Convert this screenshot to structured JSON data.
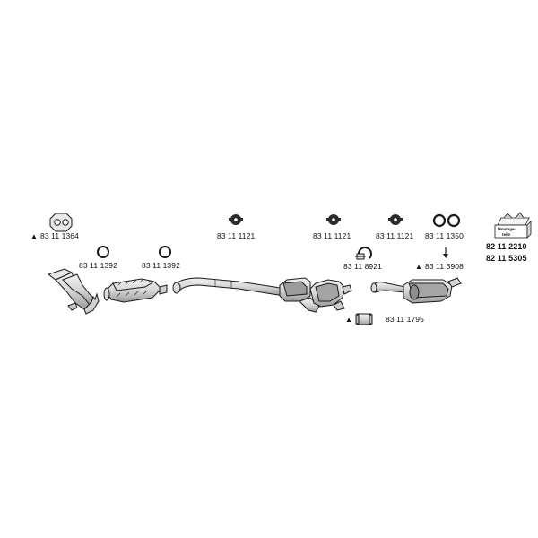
{
  "parts": {
    "flange_gasket": {
      "number": "83 11 1364",
      "marker": "▲"
    },
    "ring_left": {
      "number": "83 11 1392"
    },
    "ring_right": {
      "number": "83 11 1392"
    },
    "hanger_1": {
      "number": "83 11 1121"
    },
    "hanger_2": {
      "number": "83 11 1121"
    },
    "hanger_3": {
      "number": "83 11 1121"
    },
    "rings_pair": {
      "number": "83 11 1350"
    },
    "clamp": {
      "number": "83 11 8921"
    },
    "rear_part": {
      "number": "83 11 3908",
      "marker": "▲"
    },
    "sleeve": {
      "number": "83 11 1795",
      "marker": "▲"
    },
    "mounting_kit": {
      "numbers": [
        "82 11 2210",
        "82 11 5305"
      ],
      "label": "Montage-teile"
    }
  },
  "colors": {
    "line": "#1a1a1a",
    "part_fill": "#e4e4e4",
    "part_shade": "#a8a8a8"
  }
}
